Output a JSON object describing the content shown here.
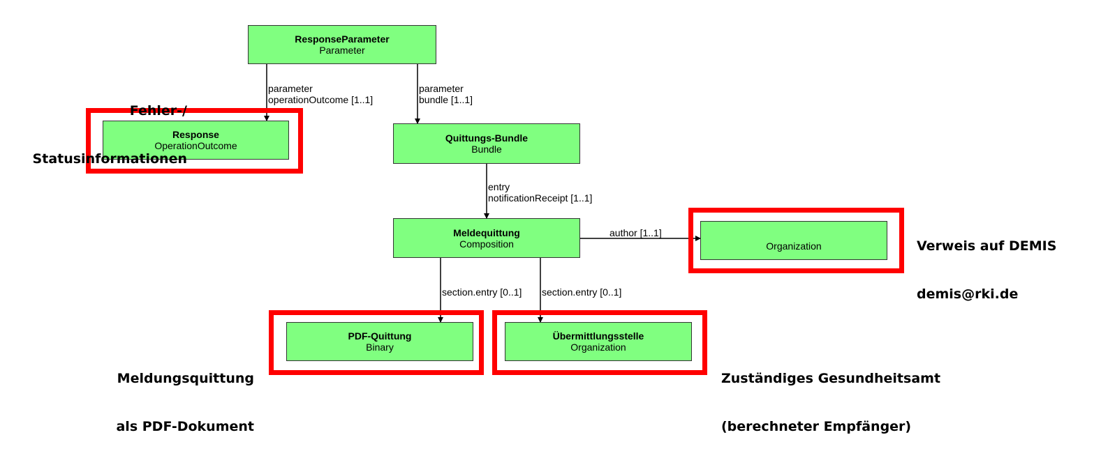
{
  "nodes": {
    "response_parameter": {
      "title": "ResponseParameter",
      "type": "Parameter"
    },
    "response": {
      "title": "Response",
      "type": "OperationOutcome"
    },
    "quittungs_bundle": {
      "title": "Quittungs-Bundle",
      "type": "Bundle"
    },
    "meldequittung": {
      "title": "Meldequittung",
      "type": "Composition"
    },
    "organization": {
      "title": "",
      "type": "Organization"
    },
    "pdf_quittung": {
      "title": "PDF-Quittung",
      "type": "Binary"
    },
    "uebermittlungsstelle": {
      "title": "Übermittlungsstelle",
      "type": "Organization"
    }
  },
  "edges": {
    "param_outcome": {
      "line1": "parameter",
      "line2": "operationOutcome [1..1]"
    },
    "param_bundle": {
      "line1": "parameter",
      "line2": "bundle [1..1]"
    },
    "bundle_entry": {
      "line1": "entry",
      "line2": "notificationReceipt [1..1]"
    },
    "author": {
      "label": "author [1..1]"
    },
    "section_pdf": {
      "label": "section.entry [0..1]"
    },
    "section_org": {
      "label": "section.entry [0..1]"
    }
  },
  "annotations": {
    "status_info": {
      "line1": "Fehler-/",
      "line2": "Statusinformationen"
    },
    "demis_ref": {
      "line1": "Verweis auf DEMIS",
      "line2": "demis@rki.de"
    },
    "pdf_doc": {
      "line1": "Meldungsquittung",
      "line2": "als PDF-Dokument"
    },
    "gesundheitsamt": {
      "line1": "Zuständiges Gesundheitsamt",
      "line2": "(berechneter Empfänger)"
    }
  },
  "colors": {
    "node_fill": "#80ff80",
    "highlight": "#ff0000"
  }
}
